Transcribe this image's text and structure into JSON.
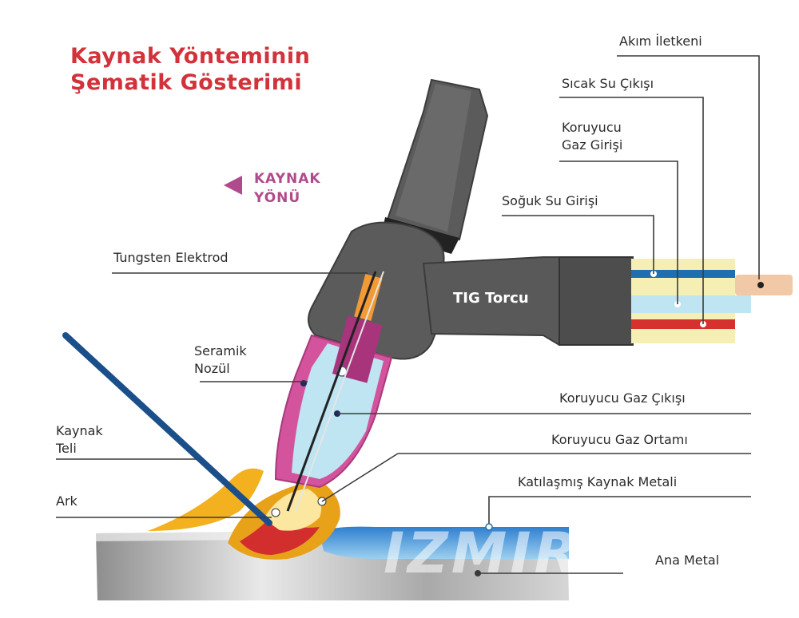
{
  "title": {
    "line1": "Kaynak Yönteminin",
    "line2": "Şematik Gösterimi"
  },
  "direction": {
    "line1": "KAYNAK",
    "line2": "YÖNÜ"
  },
  "torch_label": "TIG Torcu",
  "labels": {
    "akim": "Akım İletkeni",
    "sicak_su": "Sıcak Su Çıkışı",
    "koruyucu_gaz_girisi_1": "Koruyucu",
    "koruyucu_gaz_girisi_2": "Gaz Girişi",
    "soguk_su": "Soğuk Su Girişi",
    "tungsten": "Tungsten Elektrod",
    "seramik_1": "Seramik",
    "seramik_2": "Nozül",
    "kaynak_teli_1": "Kaynak",
    "kaynak_teli_2": "Teli",
    "ark": "Ark",
    "gaz_cikisi": "Koruyucu Gaz Çıkışı",
    "gaz_ortami": "Koruyucu Gaz Ortamı",
    "katilasmis": "Katılaşmış Kaynak Metali",
    "ana_metal": "Ana Metal"
  },
  "watermark": "IZMIR P",
  "colors": {
    "title": "#d2323a",
    "torch": "#5a5a5a",
    "nozzle": "#d3539c",
    "gas": "#bfe4f2",
    "hot_water": "#d6302f",
    "cold_water": "#1f6fb0",
    "base_metal": "#bdbdbd",
    "weld_bead": "#3f8fd6",
    "flame": "#f3a21b"
  }
}
